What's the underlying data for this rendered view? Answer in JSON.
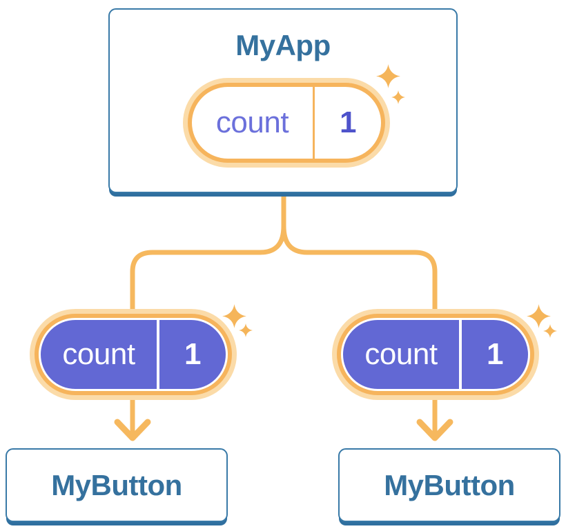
{
  "diagram": {
    "root": {
      "title": "MyApp",
      "state": {
        "label": "count",
        "value": "1"
      }
    },
    "children": [
      {
        "title": "MyButton",
        "prop": {
          "label": "count",
          "value": "1"
        }
      },
      {
        "title": "MyButton",
        "prop": {
          "label": "count",
          "value": "1"
        }
      }
    ]
  },
  "icons": {
    "sparkle": "four-point-sparkle",
    "arrow": "arrow-down"
  },
  "colors": {
    "card_border_blue": "#3879A7",
    "card_shadow_blue": "#2F6F9F",
    "title_blue": "#35719E",
    "pill_orange": "#F6B45C",
    "pill_orange_pale": "#FBDBA8",
    "pill_purple": "#6268D4",
    "pill_label_purple": "#6B70DB",
    "pill_value_purple": "#4E53CB",
    "connector_orange": "#F6B85E",
    "pill_text_white": "#FFFFFF",
    "background": "#FFFFFF"
  }
}
